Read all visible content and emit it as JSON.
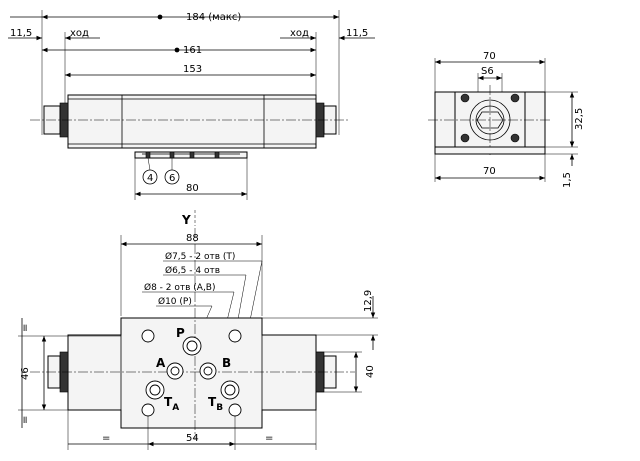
{
  "dimensions": {
    "total_length_max": "184 (макс)",
    "stroke_left": "ход",
    "stroke_right": "ход",
    "offset_left": "11,5",
    "offset_right": "11,5",
    "length_161": "161",
    "length_153": "153",
    "base_80": "80",
    "side_width_top": "70",
    "side_key": "S6",
    "side_height": "32,5",
    "side_width_bottom": "70",
    "side_thickness": "1,5",
    "plan_width": "88",
    "plan_offset_top": "12,9",
    "plan_height_46": "46",
    "plan_height_40": "40",
    "plan_length_54": "54",
    "equal_mark": "="
  },
  "callouts": {
    "item_4": "4",
    "item_6": "6",
    "holes_t": "Ø7,5 - 2 отв (T)",
    "holes_mount": "Ø6,5 - 4 отв",
    "holes_ab": "Ø8 - 2 отв (A,B)",
    "hole_p": "Ø10 (P)"
  },
  "ports": {
    "p": "P",
    "a": "A",
    "b": "B",
    "ta": "TA",
    "tb": "TB",
    "ta_main": "T",
    "ta_sub": "A",
    "tb_main": "T",
    "tb_sub": "B"
  },
  "axis_label": "Y"
}
